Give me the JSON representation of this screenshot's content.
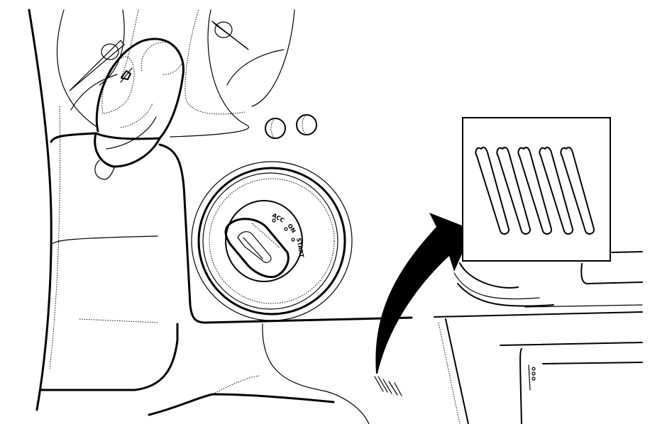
{
  "figure": {
    "type": "line-illustration",
    "subject": "vehicle dashboard - ignition switch area with vent inset",
    "colors": {
      "ink": "#000000",
      "paper": "#ffffff"
    }
  },
  "ignition_switch": {
    "positions": [
      "ACC",
      "ON",
      "START"
    ]
  },
  "inset": {
    "subject": "slotted vent grille",
    "slot_count": 5
  },
  "arrow": {
    "direction": "from lower dash vent to inset",
    "icon": "curved-arrow-icon"
  },
  "combination_switch": {
    "icon": "wiper-symbol-icon"
  }
}
